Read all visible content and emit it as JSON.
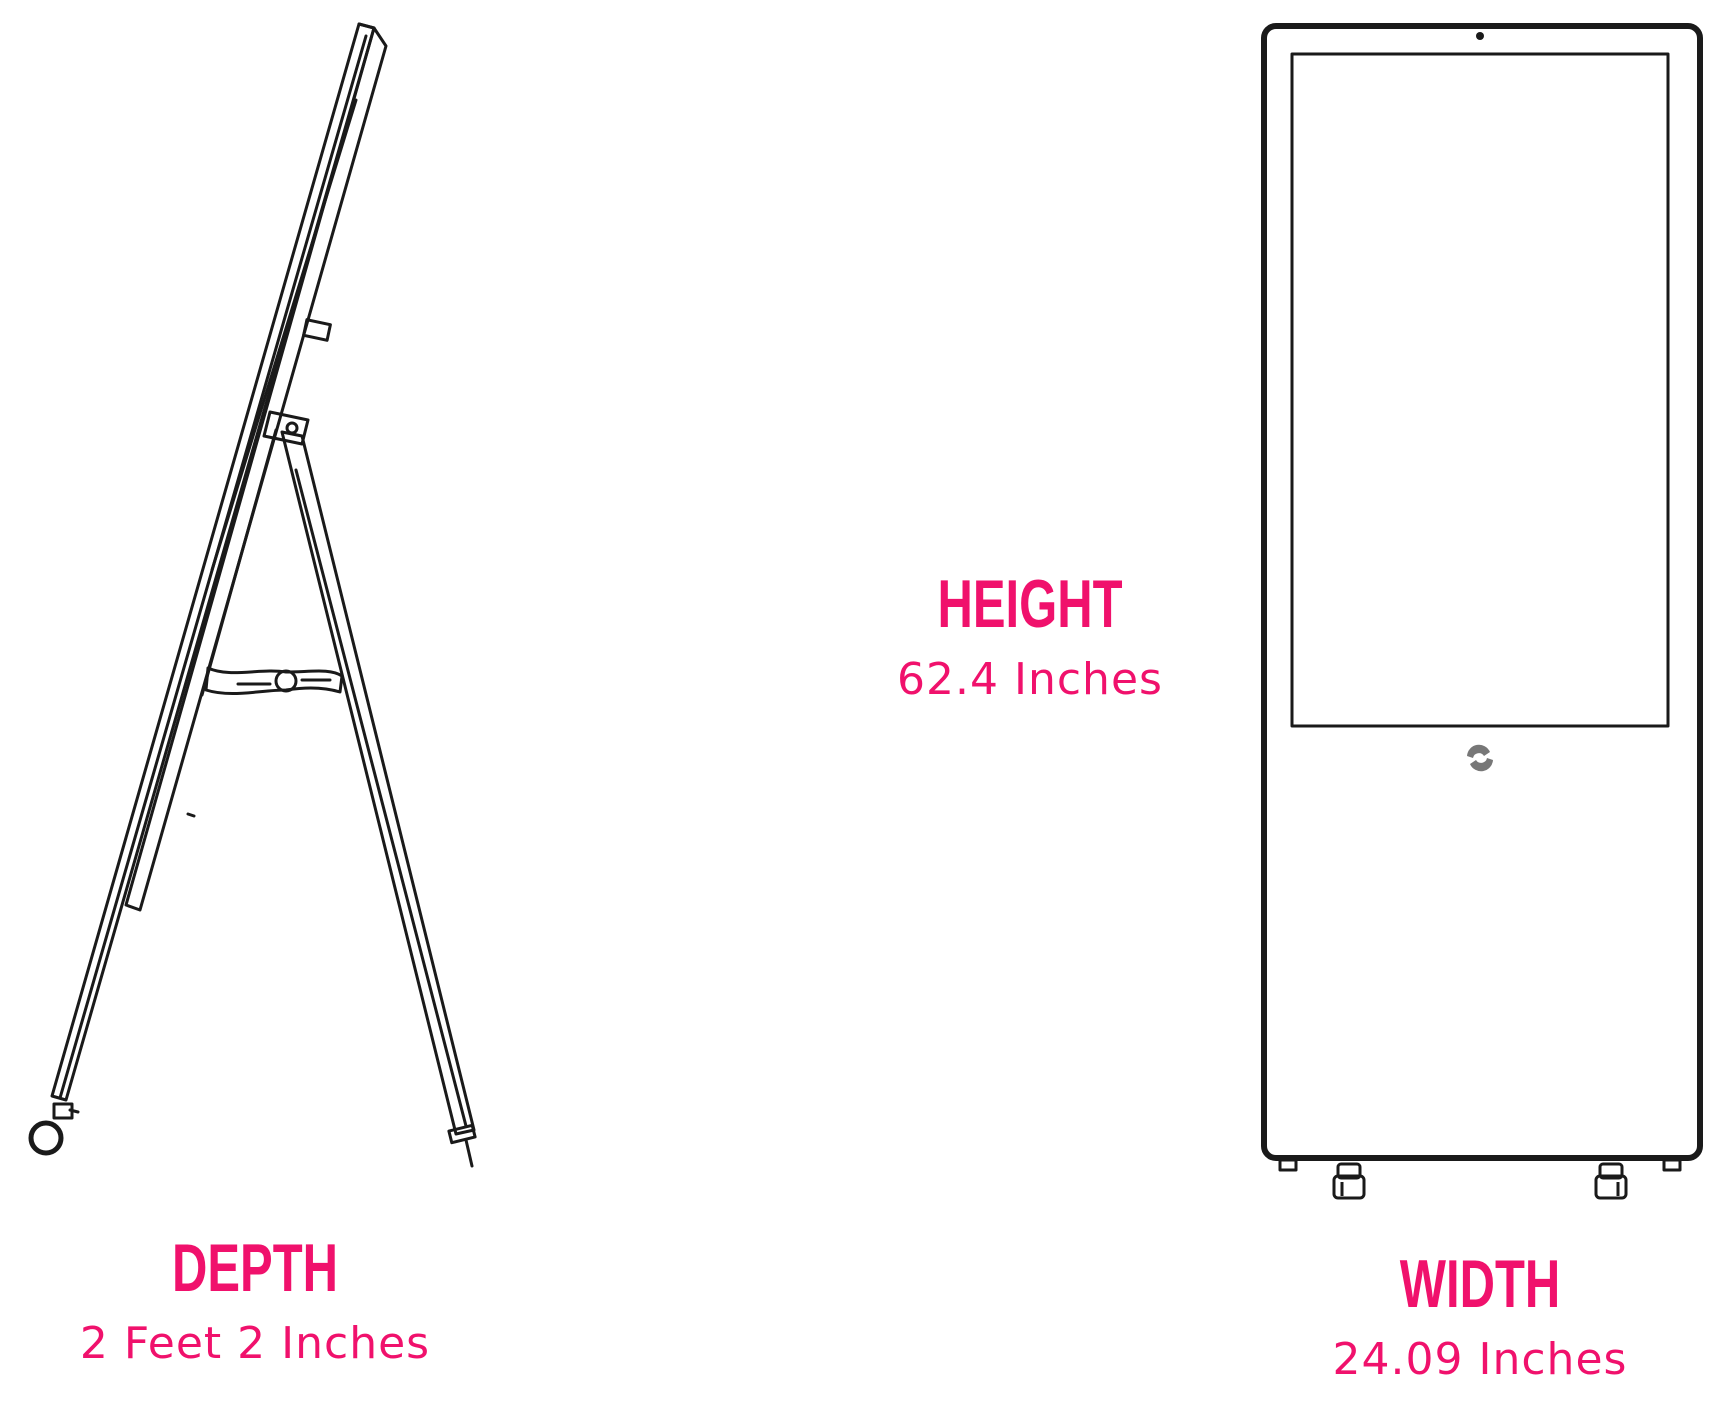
{
  "colors": {
    "accent": "#f0116c",
    "line": "#1a1a1a",
    "logo": "#777777"
  },
  "depth": {
    "title": "DEPTH",
    "value": "2 Feet 2 Inches"
  },
  "height": {
    "title": "HEIGHT",
    "value": "62.4 Inches"
  },
  "width": {
    "title": "WIDTH",
    "value": "24.09 Inches"
  }
}
